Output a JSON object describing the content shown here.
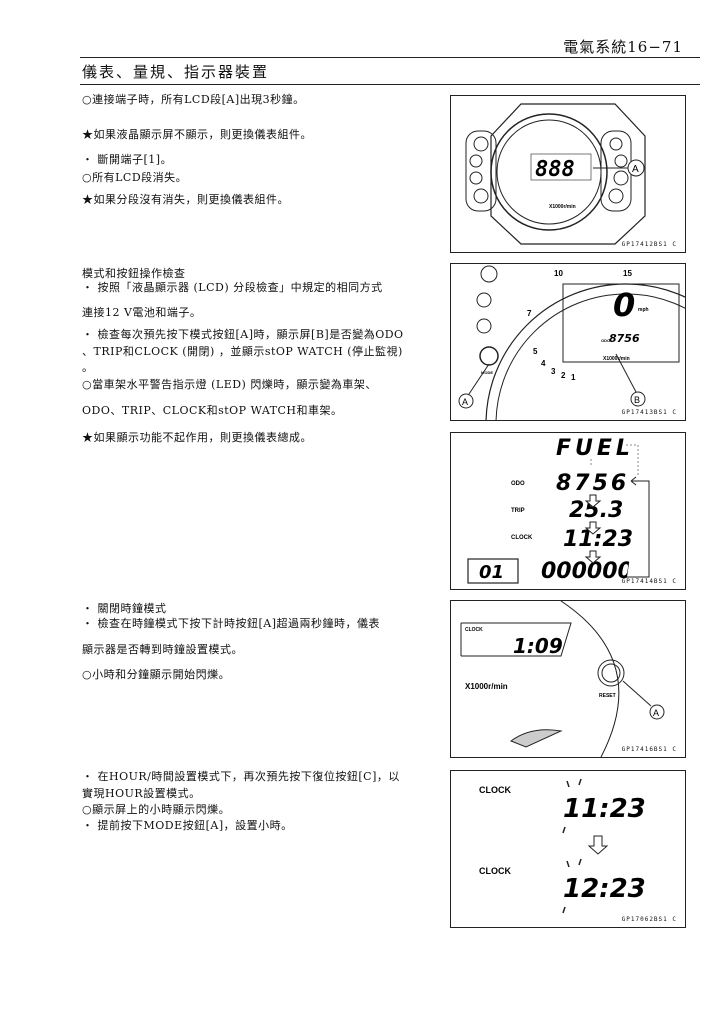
{
  "header": {
    "section": "電氣系統16−71",
    "title": "儀表、量規、指示器裝置"
  },
  "lines": [
    "○連接端子時，所有LCD段[A]出現3秒鐘。",
    "★如果液晶顯示屏不顯示，則更換儀表組件。",
    "・ 斷開端子[1]。",
    "○所有LCD段消失。",
    "★如果分段沒有消失，則更換儀表組件。",
    "模式和按鈕操作檢查",
    "・ 按照「液晶顯示器 (LCD) 分段檢查」中規定的相同方式",
    "連接12 V電池和端子。",
    "・ 檢查每次預先按下模式按鈕[A]時，顯示屏[B]是否變為ODO",
    "、TRIP和CLOCK (開閉) ，並顯示stOP WATCH (停止監視)",
    "。",
    "○當車架水平警告指示燈 (LED) 閃爍時，顯示變為車架、",
    "ODO、TRIP、CLOCK和stOP WATCH和車架。",
    "★如果顯示功能不起作用，則更換儀表總成。",
    "・ 關閉時鐘模式",
    "・ 檢查在時鐘模式下按下計時按鈕[A]超過兩秒鐘時，儀表",
    "顯示器是否轉到時鐘設置模式。",
    "○小時和分鐘顯示開始閃爍。",
    "・ 在HOUR/時間設置模式下，再次預先按下復位按鈕[C]，以",
    "實現HOUR設置模式。",
    "○顯示屏上的小時顯示閃爍。",
    "・ 提前按下MODE按鈕[A]，設置小時。"
  ],
  "figures": [
    {
      "code": "GP17412BS1 C",
      "callouts": [
        "A"
      ],
      "lcd": "888",
      "units": "X1000r/min"
    },
    {
      "code": "GP17413BS1 C",
      "callouts": [
        "A",
        "B"
      ],
      "speed": "0",
      "speed_unit": "mph",
      "odo": "8756",
      "odo_label": "ODO",
      "mode": "MODE",
      "units": "X1000r/min",
      "ticks": [
        "10",
        "15",
        "7",
        "5",
        "4",
        "3",
        "2",
        "1"
      ]
    },
    {
      "code": "GP17414BS1 C",
      "fuel": "FUEL",
      "odo_label": "ODO",
      "odo": "8756",
      "trip_label": "TRIP",
      "trip": "25.3",
      "clock_label": "CLOCK",
      "clock": "11:23",
      "box": "01",
      "stopwatch": "000000"
    },
    {
      "code": "GP17416BS1 C",
      "clock_label": "CLOCK",
      "clock": "1:09",
      "units": "X1000r/min",
      "reset": "RESET",
      "callouts": [
        "A"
      ]
    },
    {
      "code": "GP17062BS1 C",
      "clock_label": "CLOCK",
      "clock1": "11:23",
      "clock2": "12:23"
    }
  ]
}
